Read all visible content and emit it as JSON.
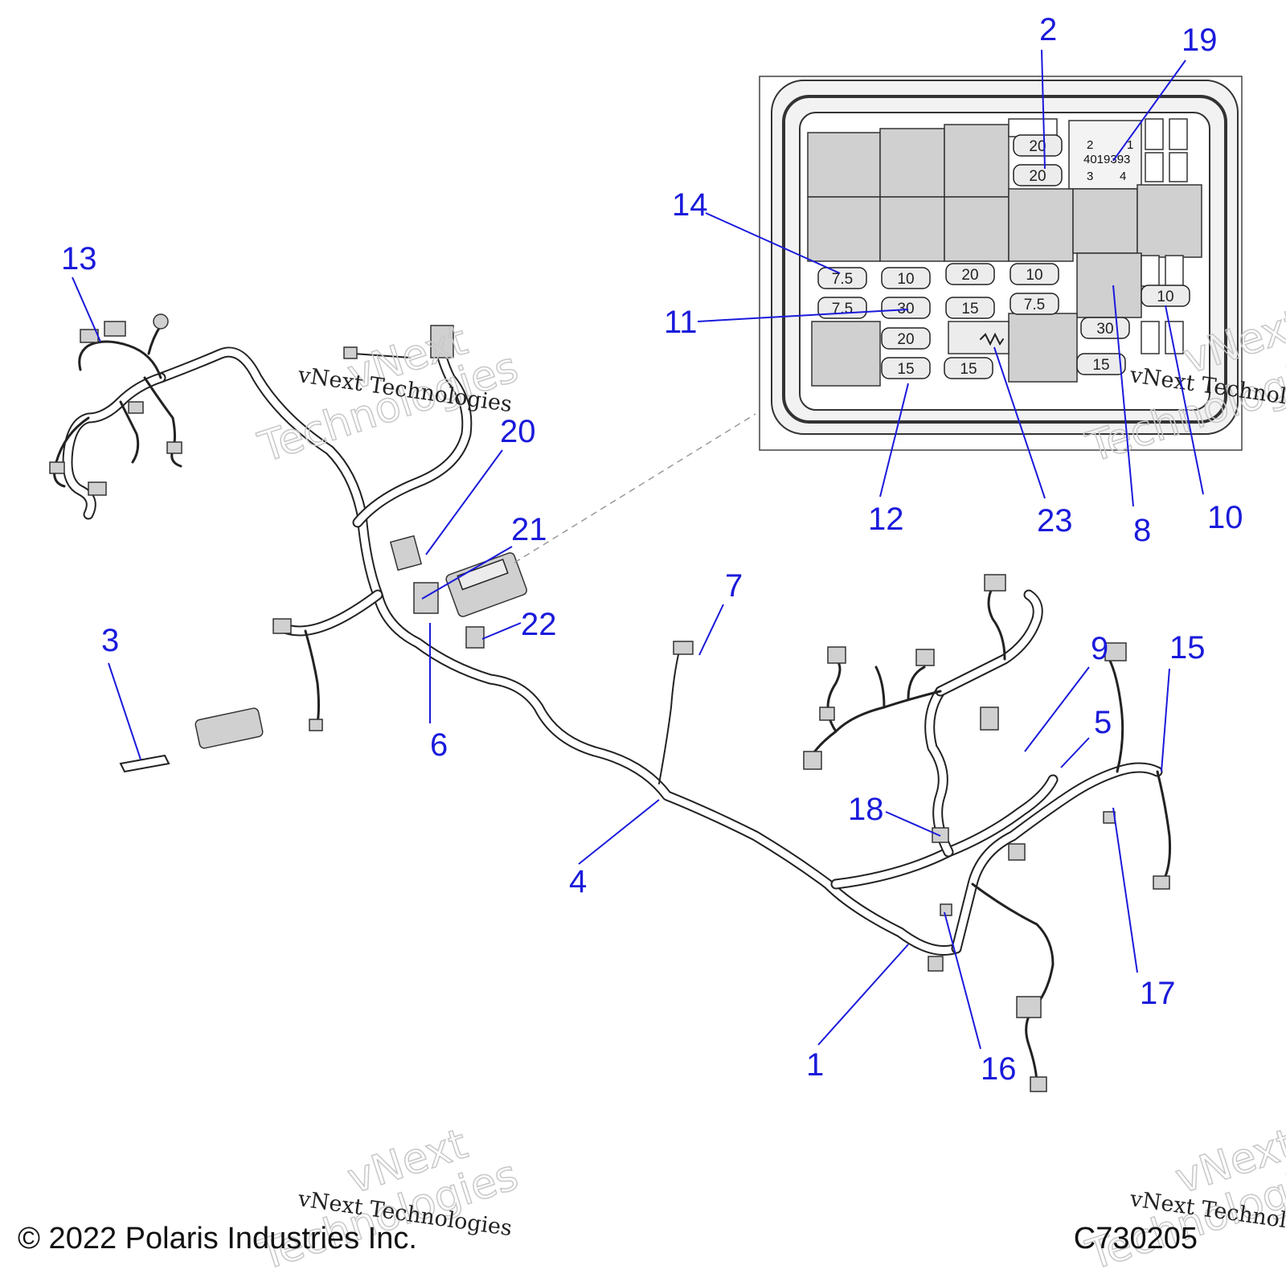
{
  "callouts": [
    {
      "id": "1",
      "label": "1"
    },
    {
      "id": "2",
      "label": "2"
    },
    {
      "id": "3",
      "label": "3"
    },
    {
      "id": "4",
      "label": "4"
    },
    {
      "id": "5",
      "label": "5"
    },
    {
      "id": "6",
      "label": "6"
    },
    {
      "id": "7",
      "label": "7"
    },
    {
      "id": "8",
      "label": "8"
    },
    {
      "id": "9",
      "label": "9"
    },
    {
      "id": "10",
      "label": "10"
    },
    {
      "id": "11",
      "label": "11"
    },
    {
      "id": "12",
      "label": "12"
    },
    {
      "id": "13",
      "label": "13"
    },
    {
      "id": "14",
      "label": "14"
    },
    {
      "id": "15",
      "label": "15"
    },
    {
      "id": "16",
      "label": "16"
    },
    {
      "id": "17",
      "label": "17"
    },
    {
      "id": "18",
      "label": "18"
    },
    {
      "id": "19",
      "label": "19"
    },
    {
      "id": "20",
      "label": "20"
    },
    {
      "id": "21",
      "label": "21"
    },
    {
      "id": "22",
      "label": "22"
    },
    {
      "id": "23",
      "label": "23"
    }
  ],
  "fuse_box": {
    "fuses": [
      "20",
      "20",
      "7.5",
      "10",
      "20",
      "10",
      "7.5",
      "30",
      "15",
      "7.5",
      "10",
      "20",
      "30",
      "15",
      "15",
      "15"
    ],
    "relay_label": {
      "pin_top_left": "2",
      "pin_top_right": "1",
      "part_number": "4019393",
      "pin_bottom_left": "3",
      "pin_bottom_right": "4"
    }
  },
  "watermark": {
    "line1": "vNext",
    "line2": "Technologies",
    "caption": "vNext Technologies"
  },
  "footer": {
    "copyright": "© 2022 Polaris Industries Inc.",
    "figure_code": "C730205"
  },
  "colors": {
    "callout": "#1a1adb",
    "line_art": "#222222",
    "box_fill": "#d0d0d0"
  }
}
